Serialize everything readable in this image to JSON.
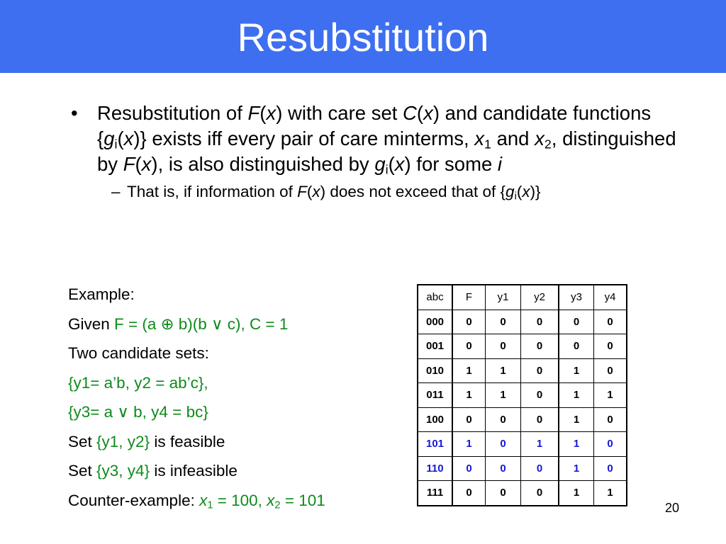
{
  "slide": {
    "title": "Resubstitution",
    "page_number": "20",
    "colors": {
      "header": "#3d6ff0",
      "green_text": "#0f8a1b",
      "blue_rows": "#1616d6"
    }
  },
  "bullet": {
    "marker": "•",
    "t01": "Resubstitution of ",
    "t02": "F",
    "t03": "(",
    "t04": "x",
    "t05": ") with care set ",
    "t06": "C",
    "t07": "(",
    "t08": "x",
    "t09": ") and candidate functions {",
    "t10": "g",
    "t11": "i",
    "t12": "(",
    "t13": "x",
    "t14": ")} exists iff every pair of care minterms, ",
    "t15": "x",
    "t16": "1",
    "t17": " and ",
    "t18": "x",
    "t19": "2",
    "t20": ", distinguished by ",
    "t21": "F",
    "t22": "(",
    "t23": "x",
    "t24": "), is also distinguished by ",
    "t25": "g",
    "t26": "i",
    "t27": "(",
    "t28": "x",
    "t29": ") for some ",
    "t30": "i"
  },
  "sub_bullet": {
    "marker": "–",
    "t01": "That is, if information of ",
    "t02": "F",
    "t03": "(",
    "t04": "x",
    "t05": ") does not exceed that of {",
    "t06": "g",
    "t07": "i",
    "t08": "(",
    "t09": "x",
    "t10": ")}"
  },
  "example": {
    "heading": "Example:",
    "given_label": "Given ",
    "given_expr": "F = (a ⊕ b)(b ∨ c), C = 1",
    "candidates_label": "Two candidate sets:",
    "set1": "{y1= a’b, y2 = ab’c},",
    "set2": "{y3= a ∨ b, y4 = bc}",
    "set_word": "Set ",
    "feasible_set": "{y1, y2}",
    "feasible_suffix": " is feasible",
    "infeasible_set": "{y3, y4}",
    "infeasible_suffix": " is infeasible",
    "counter_label": "Counter-example: ",
    "ce_x": "x",
    "ce_1": "1",
    "ce_eq1": " = 100, ",
    "ce_x2": "x",
    "ce_2": "2",
    "ce_eq2": " = 101"
  },
  "truth_table": {
    "headers": [
      "abc",
      "F",
      "y1",
      "y2",
      "y3",
      "y4"
    ],
    "rows": [
      [
        "000",
        "0",
        "0",
        "0",
        "0",
        "0"
      ],
      [
        "001",
        "0",
        "0",
        "0",
        "0",
        "0"
      ],
      [
        "010",
        "1",
        "1",
        "0",
        "1",
        "0"
      ],
      [
        "011",
        "1",
        "1",
        "0",
        "1",
        "1"
      ],
      [
        "100",
        "0",
        "0",
        "0",
        "1",
        "0"
      ],
      [
        "101",
        "1",
        "0",
        "1",
        "1",
        "0"
      ],
      [
        "110",
        "0",
        "0",
        "0",
        "1",
        "0"
      ],
      [
        "111",
        "0",
        "0",
        "0",
        "1",
        "1"
      ]
    ],
    "highlighted_rows": [
      5,
      6
    ]
  }
}
